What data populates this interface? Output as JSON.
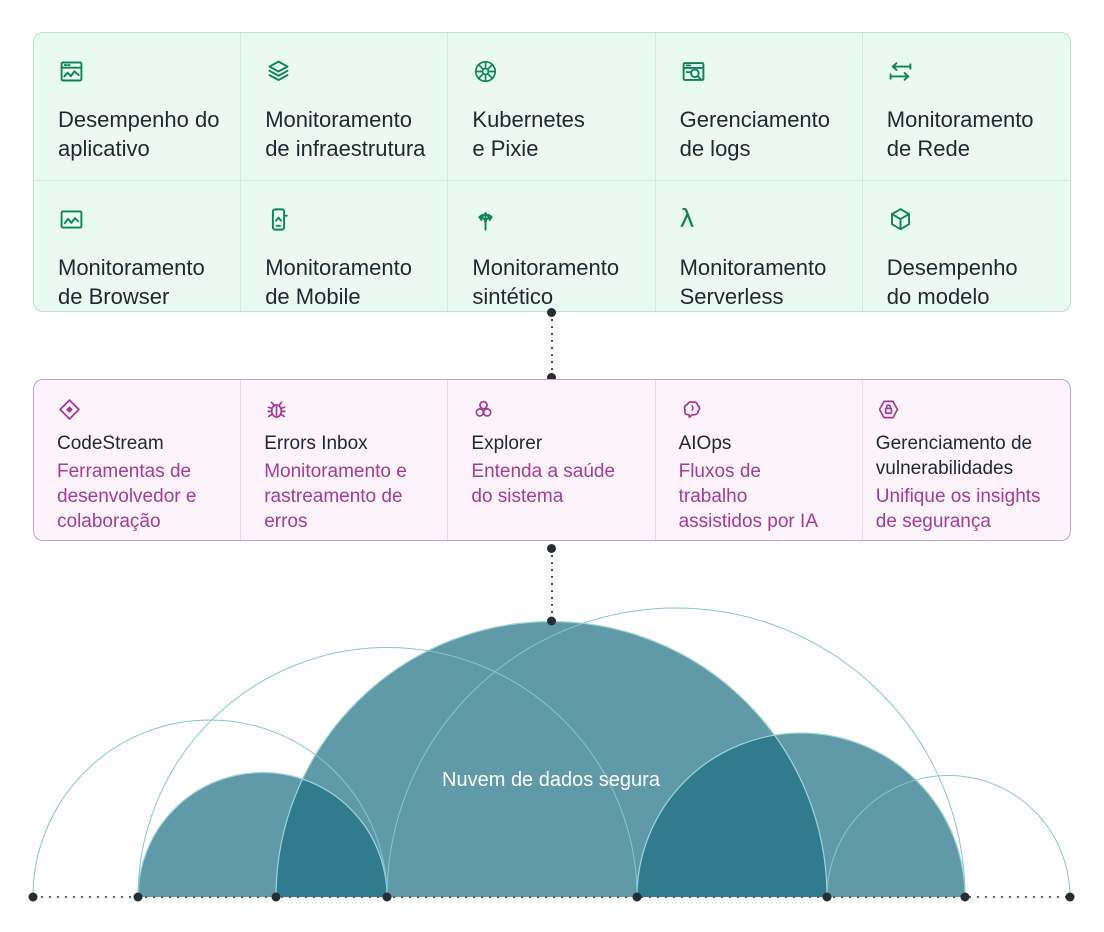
{
  "theme": {
    "capabilities_bg": "#eafaf2",
    "capabilities_border": "#b9e5ce",
    "capabilities_icon_color": "#0e8456",
    "tools_bg": "#fdf4fb",
    "tools_border": "#c8a0c6",
    "tools_icon_color": "#a23795",
    "tools_subtitle_color": "#a53a98",
    "title_text_color": "#1f282e",
    "cloud_fill": "#1c6e81",
    "cloud_arc_stroke": "#85c7cd",
    "connector_dot_color": "#272d35",
    "cloud_label_color": "#ffffff"
  },
  "capabilities_grid": {
    "rows": [
      {
        "cells": [
          {
            "icon": "app-window-chart-icon",
            "label": "Desempenho do\naplicativo"
          },
          {
            "icon": "layers-icon",
            "label": "Monitoramento\nde infraestrutura"
          },
          {
            "icon": "kubernetes-wheel-icon",
            "label": "Kubernetes\ne Pixie"
          },
          {
            "icon": "log-search-icon",
            "label": "Gerenciamento\nde logs"
          },
          {
            "icon": "network-arrows-icon",
            "label": "Monitoramento\nde Rede"
          }
        ]
      },
      {
        "cells": [
          {
            "icon": "browser-chart-icon",
            "label": "Monitoramento\nde Browser"
          },
          {
            "icon": "mobile-phone-icon",
            "label": "Monitoramento\nde Mobile"
          },
          {
            "icon": "branch-arrows-icon",
            "label": "Monitoramento\nsintético"
          },
          {
            "icon": "lambda-icon",
            "glyph": "λ",
            "label": "Monitoramento\nServerless"
          },
          {
            "icon": "model-cube-icon",
            "label": "Desempenho\ndo modelo"
          }
        ]
      }
    ]
  },
  "tools_row": {
    "cells": [
      {
        "icon": "codestream-diamond-icon",
        "title": "CodeStream",
        "subtitle": "Ferramentas de\ndesenvolvedor e\ncolaboração"
      },
      {
        "icon": "bug-icon",
        "title": "Errors Inbox",
        "subtitle": "Monitoramento e\nrastreamento de\nerros"
      },
      {
        "icon": "cluster-circles-icon",
        "title": "Explorer",
        "subtitle": "Entenda a saúde\ndo sistema"
      },
      {
        "icon": "ai-brain-icon",
        "title": "AIOps",
        "subtitle": "Fluxos de\ntrabalho\nassistidos por IA"
      },
      {
        "icon": "hexagon-lock-icon",
        "title": "Gerenciamento de\nvulnerabilidades",
        "subtitle": "Unifique os insights\nde segurança"
      }
    ]
  },
  "cloud": {
    "label": "Nuvem de dados segura"
  }
}
